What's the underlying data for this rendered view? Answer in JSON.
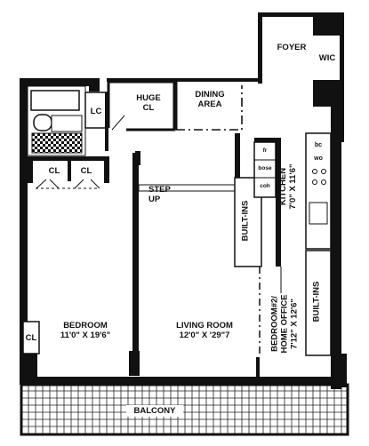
{
  "rooms": {
    "foyer": "FOYER",
    "wic": "WIC",
    "huge_cl_1": "HUGE",
    "huge_cl_2": "CL",
    "dining_1": "DINING",
    "dining_2": "AREA",
    "lc": "LC",
    "cl_left": "CL",
    "cl_right": "CL",
    "cl_bedroom_side": "CL",
    "step_1": "STEP",
    "step_2": "UP",
    "kitchen_1": "KITCHEN",
    "kitchen_2": "7'0\" X 11'6\"",
    "builtins_left": "BUILT-INS",
    "builtins_right": "BUILT-INS",
    "bedroom2_1": "BEDROOM#2/",
    "bedroom2_2": "HOME OFFICE",
    "bedroom2_3": "7'12\" X 12'6\"",
    "bedroom_1": "BEDROOM",
    "bedroom_2": "11'0\" X 19'6\"",
    "living_1": "LIVING ROOM",
    "living_2": "12'0\" X '29\"7",
    "balcony": "BALCONY"
  },
  "kitchen_fixtures": {
    "bc": "bc",
    "wo": "wo",
    "bose": "bose",
    "coh": "coh",
    "fr": "fr"
  },
  "colors": {
    "wall": "#111111",
    "background": "#ffffff",
    "tile": "#222222"
  }
}
